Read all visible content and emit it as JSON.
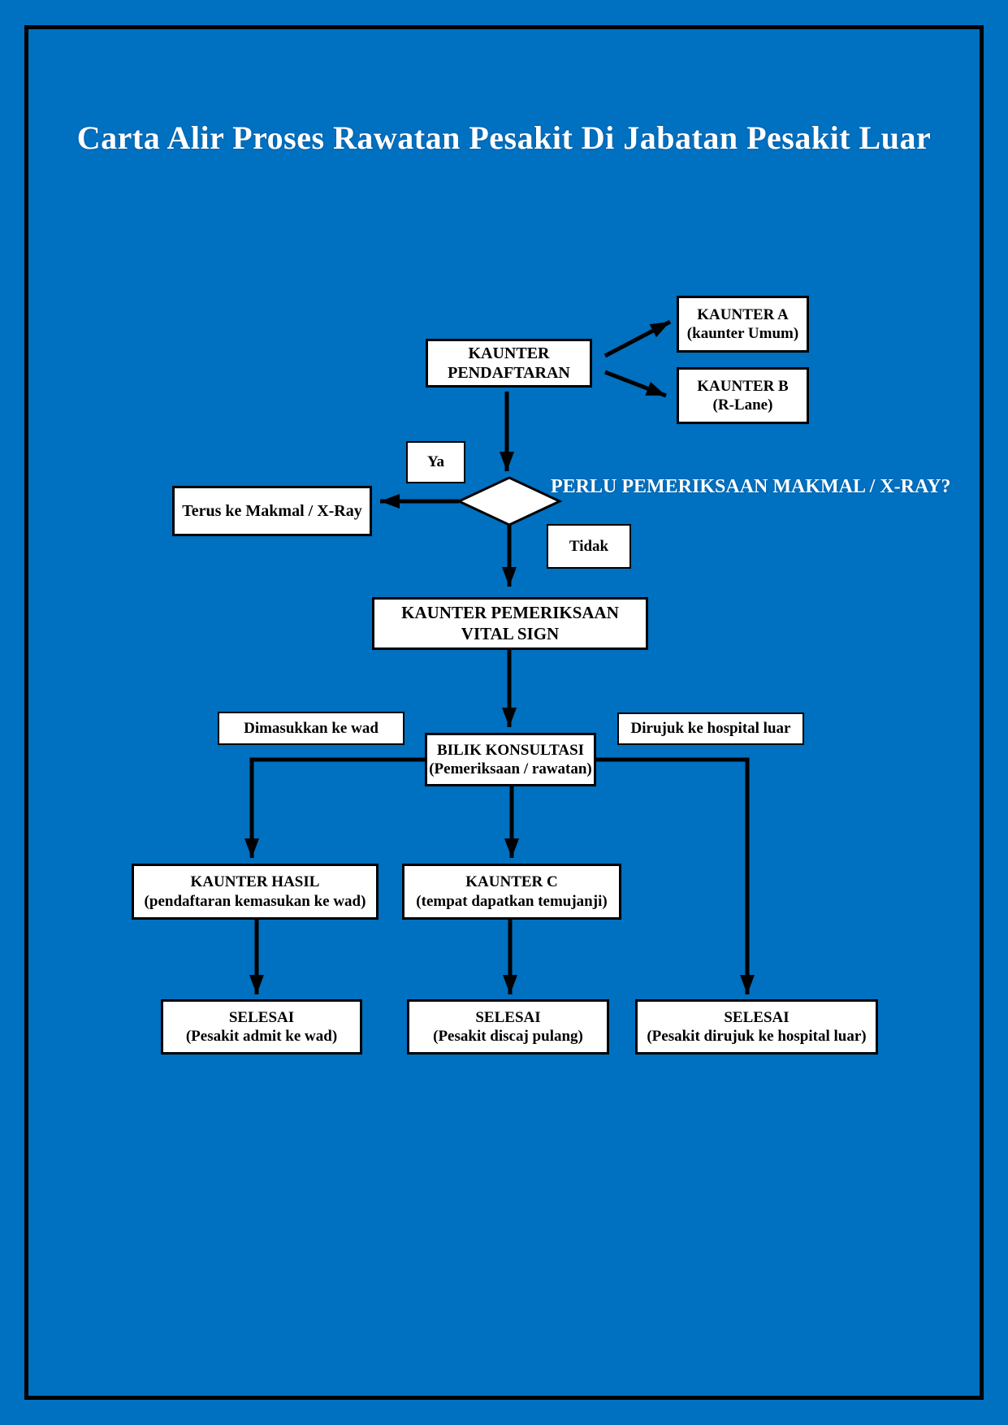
{
  "title": "Carta Alir Proses Rawatan Pesakit Di Jabatan Pesakit Luar",
  "question": "PERLU PEMERIKSAAN MAKMAL / X-RAY?",
  "colors": {
    "background": "#0070C0",
    "frame_border": "#000000",
    "box_fill": "#FFFFFF",
    "box_border": "#000000",
    "box_text": "#000000",
    "title_text": "#FFFFFF",
    "connector": "#000000"
  },
  "nodes": {
    "pendaftaran": [
      "KAUNTER",
      "PENDAFTARAN"
    ],
    "kaunter_a": [
      "KAUNTER A",
      "(kaunter Umum)"
    ],
    "kaunter_b": [
      "KAUNTER B",
      "(R-Lane)"
    ],
    "ya": [
      "Ya"
    ],
    "tidak": [
      "Tidak"
    ],
    "terus": [
      "Terus ke Makmal / X-Ray"
    ],
    "vital": [
      "KAUNTER PEMERIKSAAN VITAL SIGN"
    ],
    "dimasukkan": [
      "Dimasukkan ke wad"
    ],
    "bilik": [
      "BILIK KONSULTASI",
      "(Pemeriksaan / rawatan)"
    ],
    "dirujuk": [
      "Dirujuk ke hospital luar"
    ],
    "hasil": [
      "KAUNTER HASIL",
      "(pendaftaran kemasukan ke wad)"
    ],
    "kaunter_c": [
      "KAUNTER C",
      "(tempat dapatkan temujanji)"
    ],
    "selesai_wad": [
      "SELESAI",
      "(Pesakit admit ke wad)"
    ],
    "selesai_discaj": [
      "SELESAI",
      "(Pesakit discaj pulang)"
    ],
    "selesai_rujuk": [
      "SELESAI",
      "(Pesakit dirujuk ke hospital luar)"
    ]
  }
}
